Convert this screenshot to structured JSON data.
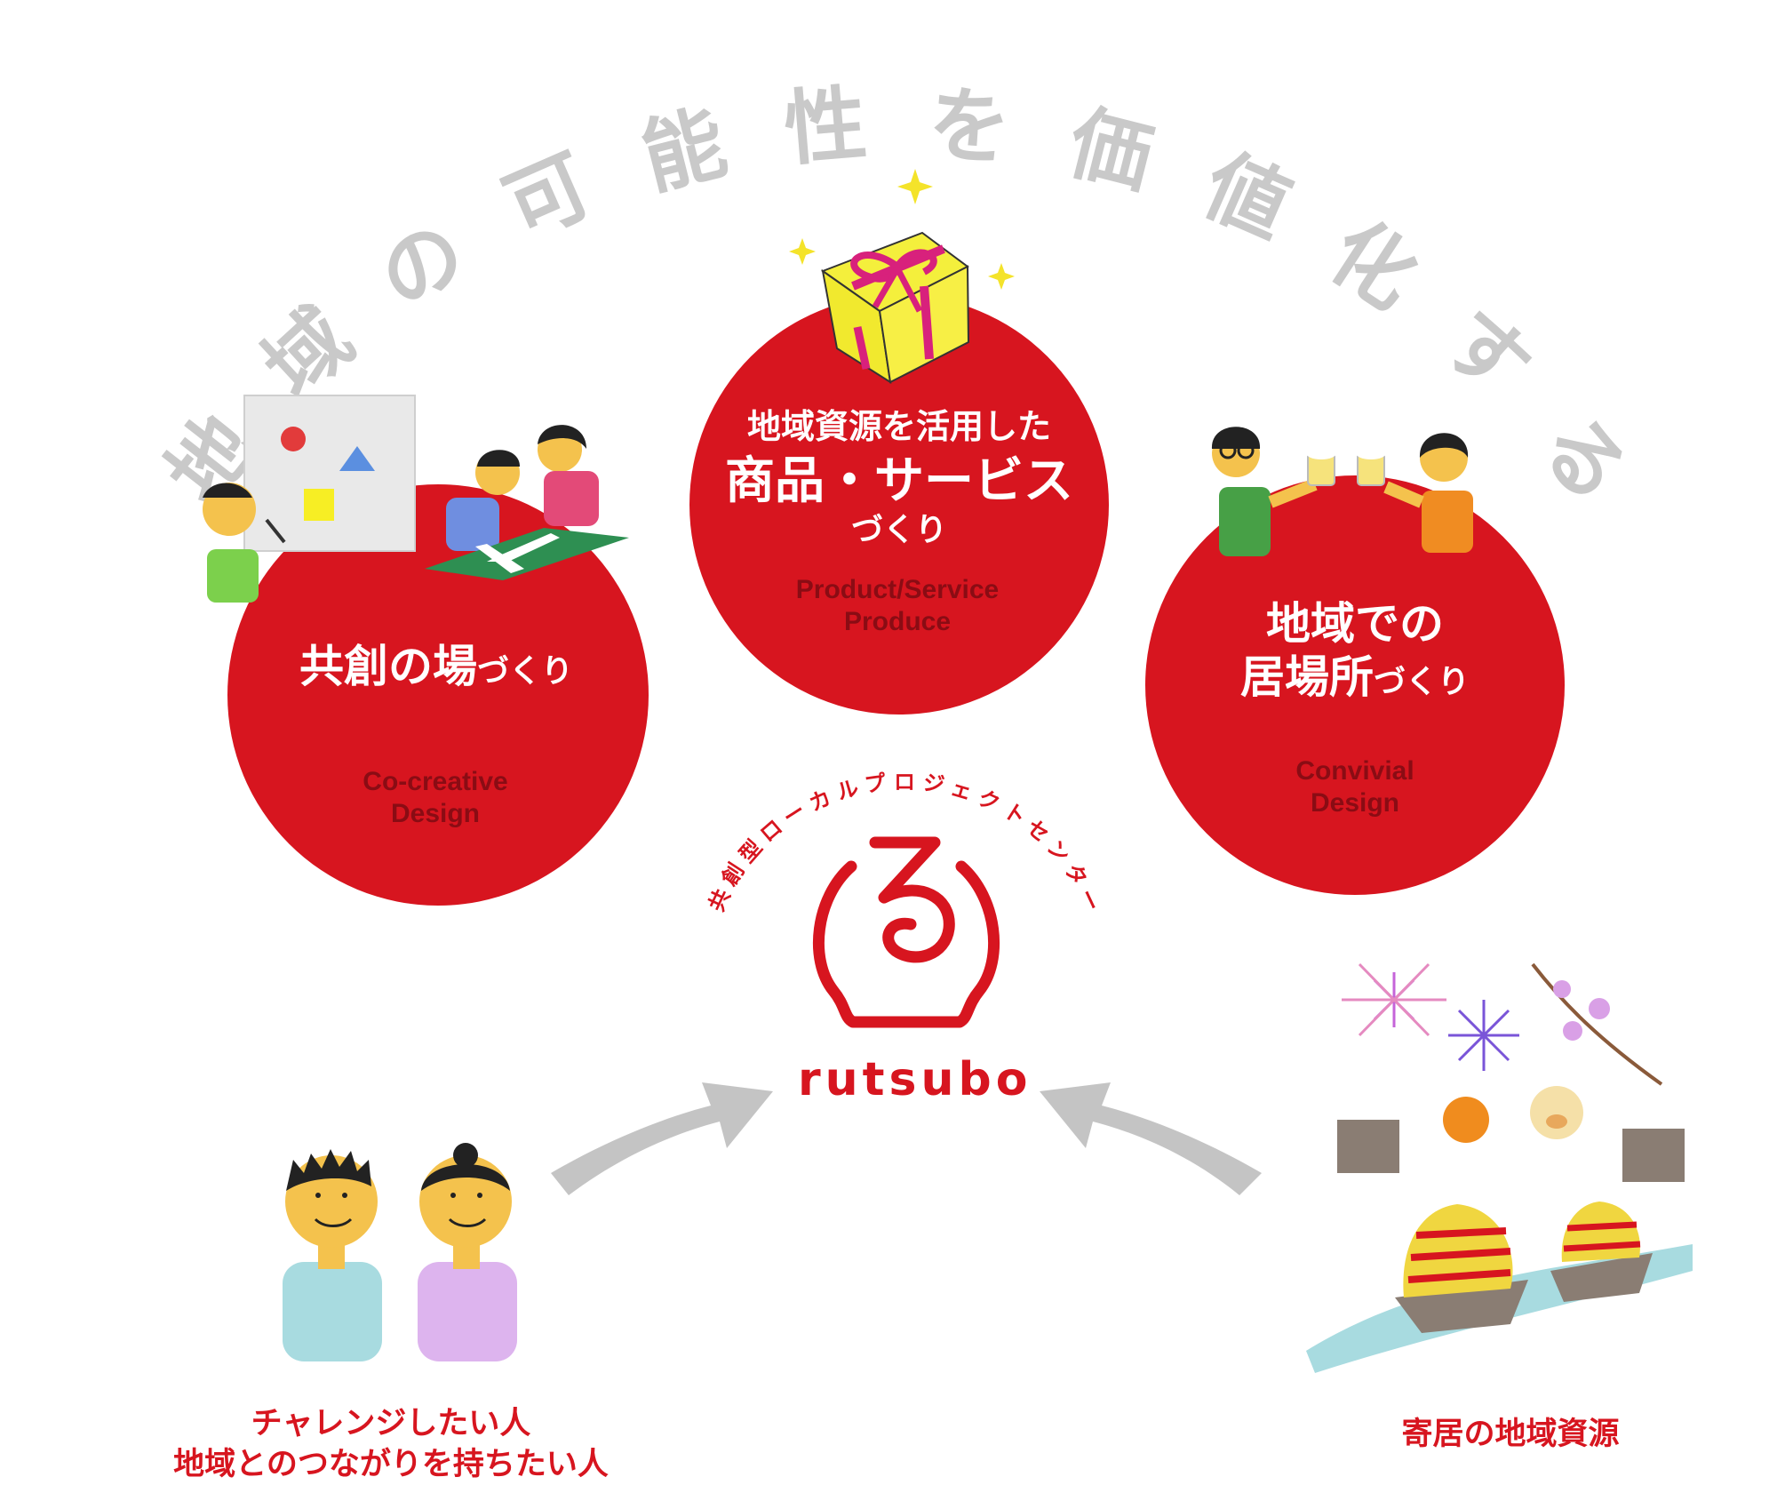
{
  "headline": "地域の可能性を価値化する",
  "circles": {
    "cocreation": {
      "title_main": "共創の場",
      "title_suffix": "づくり",
      "subtitle_line1": "Co-creative",
      "subtitle_line2": "Design"
    },
    "product": {
      "title_line1": "地域資源を活用した",
      "title_line2": "商品・サービス",
      "title_line3": "づくり",
      "subtitle_line1": "Product/Service",
      "subtitle_line2": "Produce"
    },
    "place": {
      "title_line1": "地域での",
      "title_main": "居場所",
      "title_suffix": "づくり",
      "subtitle_line1": "Convivial",
      "subtitle_line2": "Design"
    }
  },
  "logo": {
    "arc_text": "共創型ローカルプロジェクトセンター",
    "brand": "rutsubo",
    "symbol_char": "る"
  },
  "captions": {
    "people_line1": "チャレンジしたい人",
    "people_line2": "地域とのつながりを持ちたい人",
    "resources": "寄居の地域資源"
  },
  "colors": {
    "red": "#d7151f",
    "dark_red_text": "#8a0c14",
    "headline_gray": "#c9c9c9",
    "arrow_gray": "#c4c4c4"
  }
}
